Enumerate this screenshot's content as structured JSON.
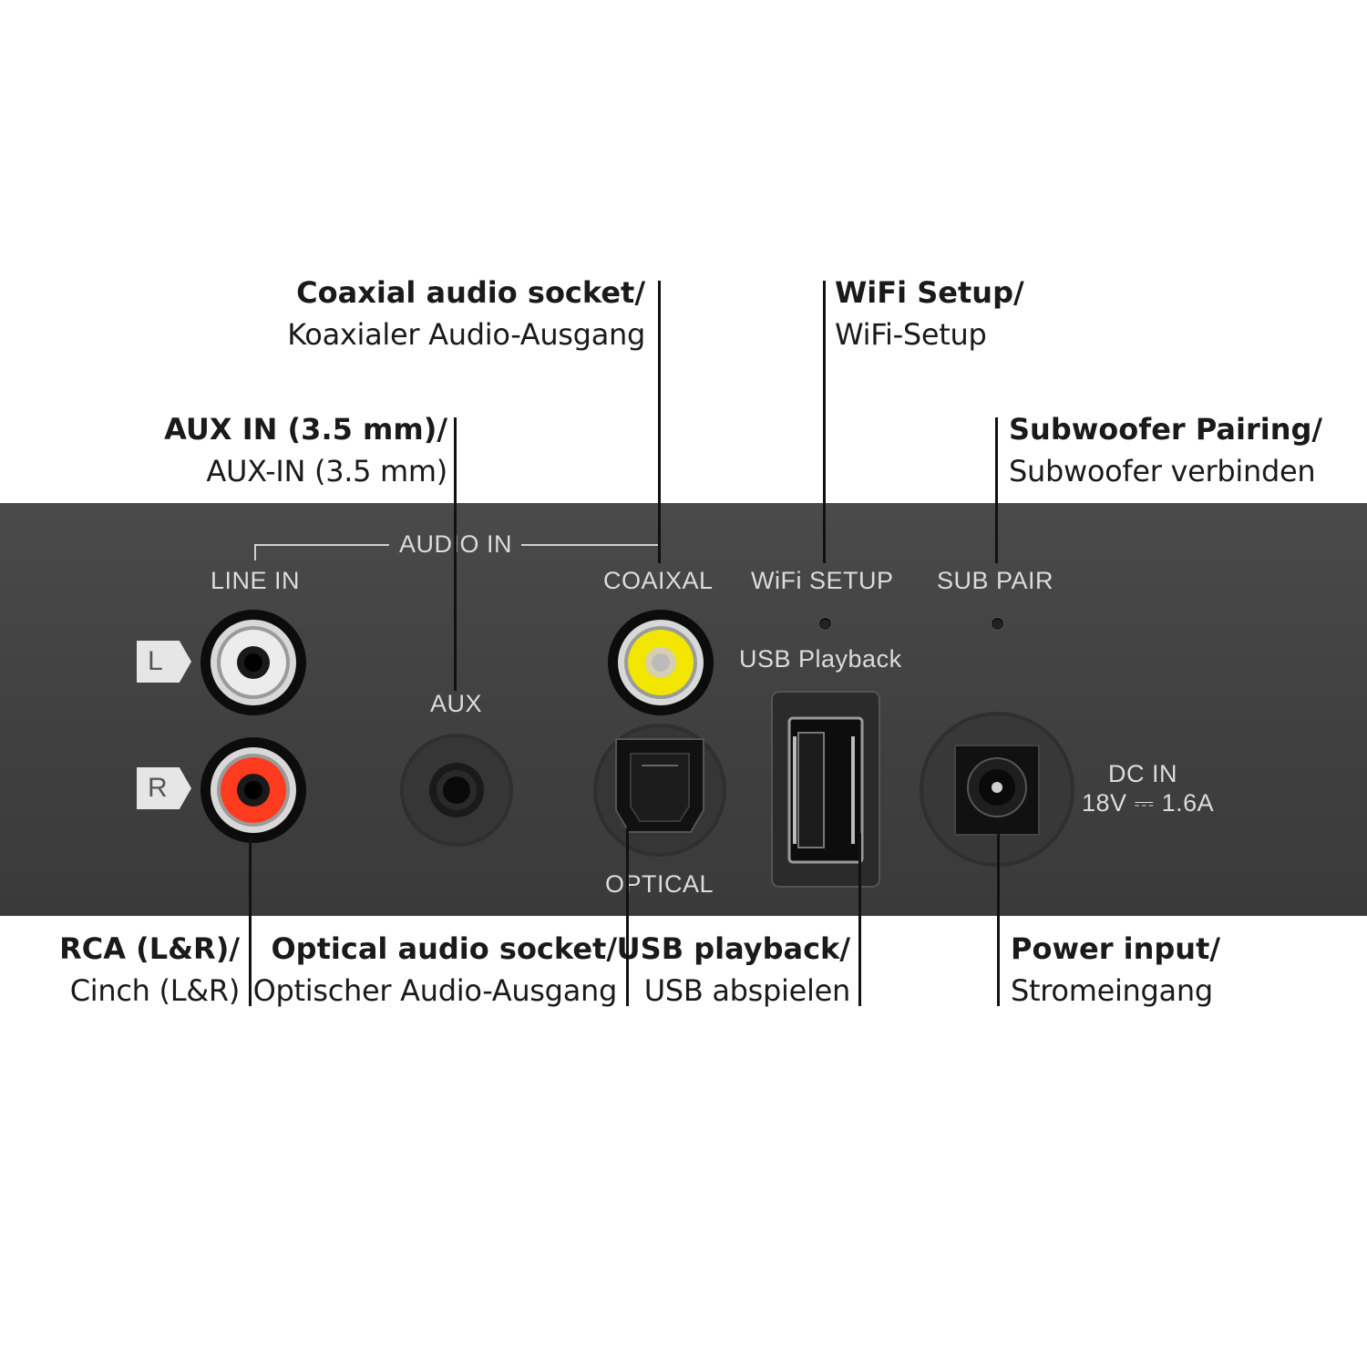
{
  "callouts": {
    "coaxial": {
      "en": "Coaxial audio socket/",
      "de": "Koaxialer Audio-Ausgang"
    },
    "wifi": {
      "en": "WiFi Setup/",
      "de": "WiFi-Setup"
    },
    "aux": {
      "en": "AUX IN (3.5 mm)/",
      "de": "AUX-IN (3.5 mm)"
    },
    "sub": {
      "en": "Subwoofer Pairing/",
      "de": "Subwoofer verbinden"
    },
    "rca": {
      "en": "RCA (L&R)/",
      "de": "Cinch (L&R)"
    },
    "optical": {
      "en": "Optical audio socket/",
      "de": "Optischer Audio-Ausgang"
    },
    "usb": {
      "en": "USB playback/",
      "de": "USB abspielen"
    },
    "power": {
      "en": "Power input/",
      "de": "Stromeingang"
    }
  },
  "panel": {
    "audio_in": "AUDIO IN",
    "line_in": "LINE IN",
    "coaxial": "COAIXAL",
    "wifi_setup": "WiFi SETUP",
    "sub_pair": "SUB PAIR",
    "usb_playback": "USB  Playback",
    "aux": "AUX",
    "optical": "OPTICAL",
    "dc_in": "DC IN",
    "dc_rating": "18V ⎓ 1.6A",
    "tag_l": "L",
    "tag_r": "R"
  },
  "colors": {
    "panel": "#444444",
    "rca_left": "#e8e8e8",
    "rca_right": "#ff3b1f",
    "coaxial": "#f2e600"
  }
}
